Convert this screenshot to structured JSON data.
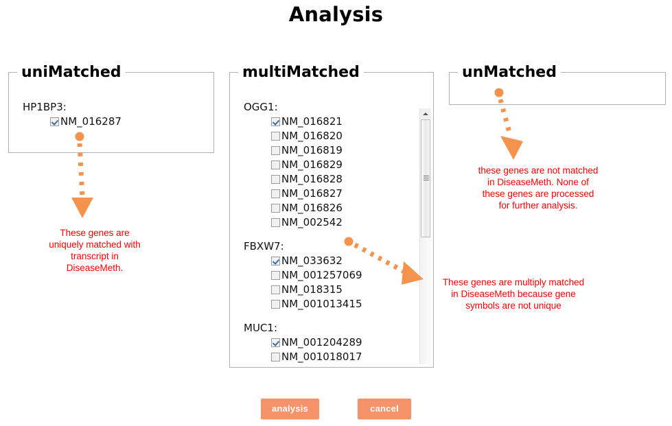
{
  "page": {
    "title": "Analysis"
  },
  "panels": {
    "unimatched": {
      "legend": "uniMatched",
      "groups": [
        {
          "symbol": "HP1BP3:",
          "transcripts": [
            {
              "label": "NM_016287",
              "checked": true
            }
          ]
        }
      ]
    },
    "multimatched": {
      "legend": "multiMatched",
      "groups": [
        {
          "symbol": "OGG1:",
          "transcripts": [
            {
              "label": "NM_016821",
              "checked": true
            },
            {
              "label": "NM_016820",
              "checked": false
            },
            {
              "label": "NM_016819",
              "checked": false
            },
            {
              "label": "NM_016829",
              "checked": false
            },
            {
              "label": "NM_016828",
              "checked": false
            },
            {
              "label": "NM_016827",
              "checked": false
            },
            {
              "label": "NM_016826",
              "checked": false
            },
            {
              "label": "NM_002542",
              "checked": false
            }
          ]
        },
        {
          "symbol": "FBXW7:",
          "transcripts": [
            {
              "label": "NM_033632",
              "checked": true
            },
            {
              "label": "NM_001257069",
              "checked": false
            },
            {
              "label": "NM_018315",
              "checked": false
            },
            {
              "label": "NM_001013415",
              "checked": false
            }
          ]
        },
        {
          "symbol": "MUC1:",
          "transcripts": [
            {
              "label": "NM_001204289",
              "checked": true
            },
            {
              "label": "NM_001018017",
              "checked": false
            }
          ]
        }
      ],
      "scrollbar": {
        "up_arrow_icon": "scroll-up-arrow-icon",
        "grip_icon": "scrollbar-grip-icon"
      }
    },
    "unmatched": {
      "legend": "unMatched",
      "groups": []
    }
  },
  "annotations": {
    "unimatched": "These genes are\nuniquely matched with\ntranscript in\nDiseaseMeth.",
    "unmatched": "these genes are not matched\nin DiseaseMeth. None of\nthese genes are processed\nfor further analysis.",
    "multimatched": "These genes are multiply matched\nin DiseaseMeth because gene\nsymbols are not unique"
  },
  "buttons": {
    "analysis": "analysis",
    "cancel": "cancel"
  },
  "colors": {
    "arrow": "#f4934e",
    "annotation_text": "#fe0000",
    "button_bg": "#f4936a",
    "panel_border": "#b0b0b0"
  }
}
